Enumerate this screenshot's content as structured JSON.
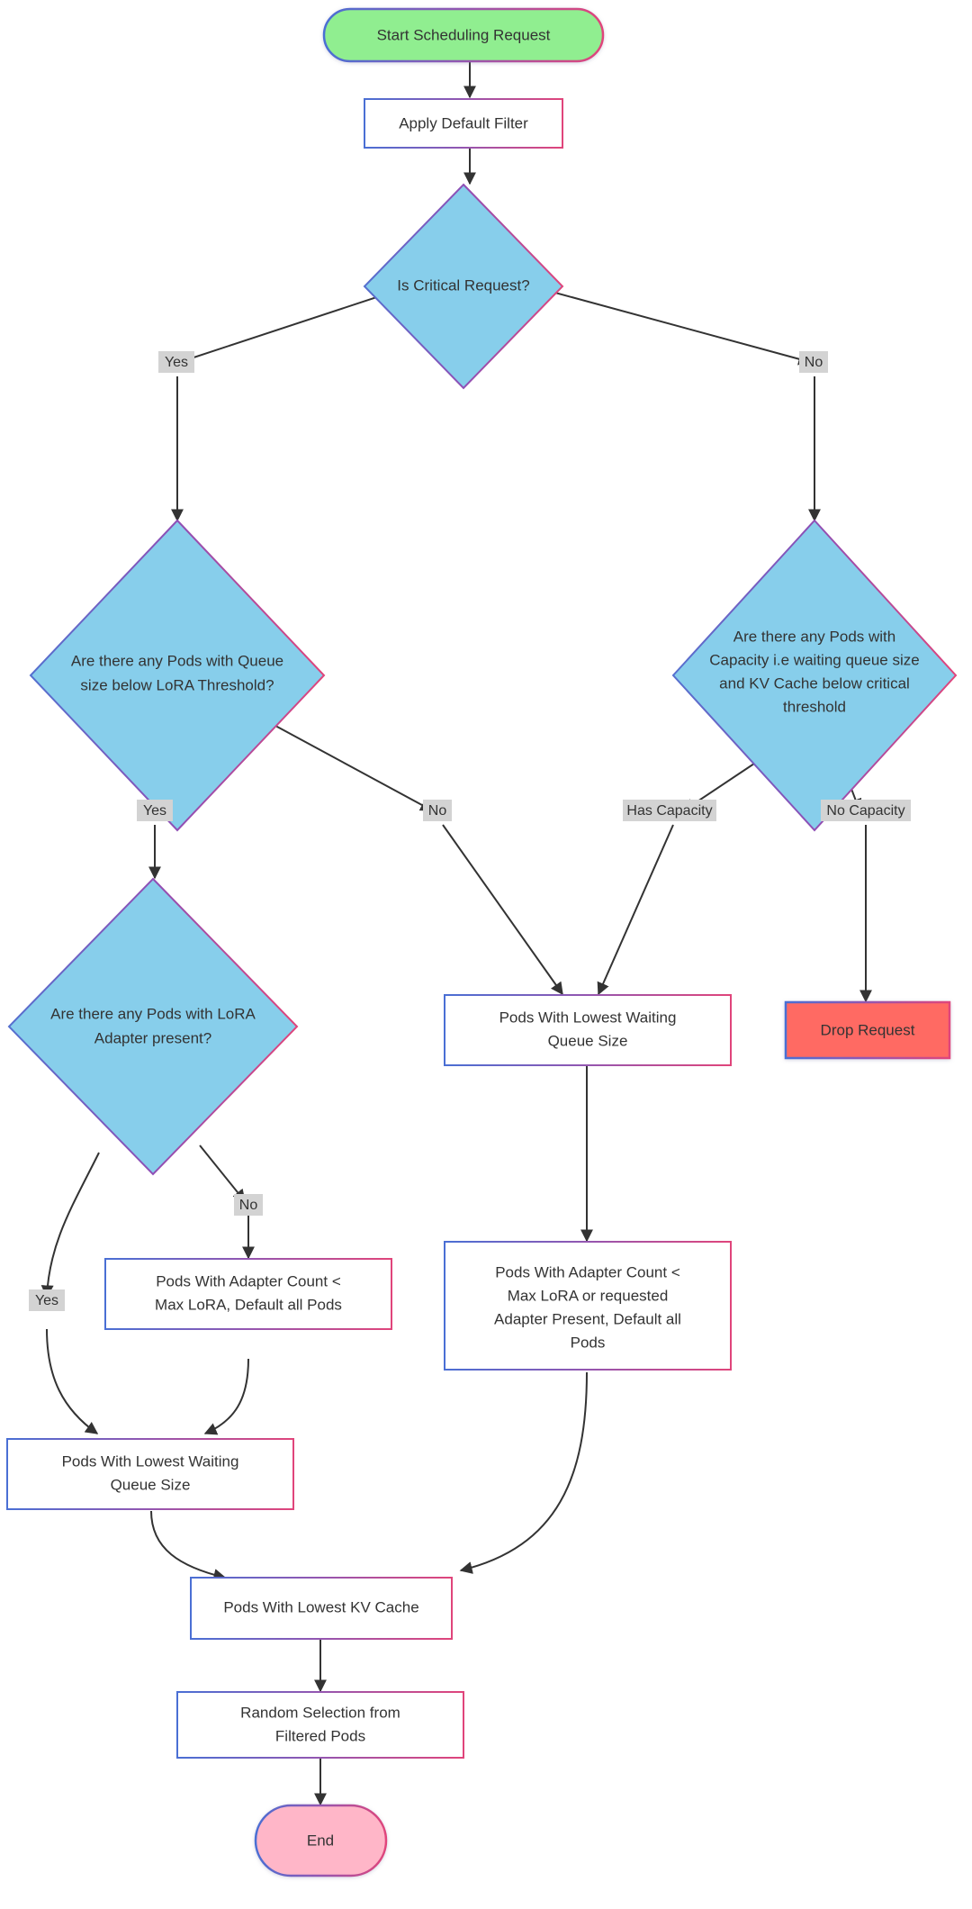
{
  "diagram": {
    "title": "Scheduling Request Flowchart",
    "background": "#ffffff",
    "colors": {
      "start_fill": "#90ee90",
      "end_fill": "#ffb6c8",
      "decision_fill": "#87ceeb",
      "process_fill": "#ffffff",
      "drop_fill": "#ff6b63",
      "edge_stroke": "#333333",
      "edge_label_bg": "#d3d3d3",
      "border_left": "#4a6fd4",
      "border_right": "#e0457b",
      "text": "#333333"
    },
    "nodes": [
      {
        "id": "start",
        "type": "stadium",
        "label": "Start Scheduling Request"
      },
      {
        "id": "filter",
        "type": "process",
        "label": "Apply Default Filter"
      },
      {
        "id": "critical",
        "type": "decision",
        "label": "Is Critical Request?"
      },
      {
        "id": "queue_lora",
        "type": "decision",
        "label": "Are there any Pods with Queue size below LoRA Threshold?"
      },
      {
        "id": "capacity",
        "type": "decision",
        "label": "Are there any Pods with Capacity i.e  waiting queue size and KV Cache below critical threshold"
      },
      {
        "id": "lora_adapter",
        "type": "decision",
        "label": "Are there any Pods with LoRA Adapter present?"
      },
      {
        "id": "lowest_wait_mid",
        "type": "process",
        "label": "Pods With Lowest Waiting Queue Size"
      },
      {
        "id": "drop",
        "type": "terminal",
        "label": "Drop Request"
      },
      {
        "id": "adapter_count_left",
        "type": "process",
        "label": "Pods With Adapter Count < Max LoRA, Default all Pods"
      },
      {
        "id": "adapter_count_right",
        "type": "process",
        "label": "Pods With Adapter Count < Max LoRA or requested Adapter Present, Default all Pods"
      },
      {
        "id": "lowest_wait_left",
        "type": "process",
        "label": "Pods With Lowest Waiting Queue Size"
      },
      {
        "id": "lowest_kv",
        "type": "process",
        "label": "Pods With Lowest KV Cache"
      },
      {
        "id": "random",
        "type": "process",
        "label": "Random Selection from Filtered Pods"
      },
      {
        "id": "end",
        "type": "stadium",
        "label": "End"
      }
    ],
    "edge_labels": [
      {
        "id": "critical_yes",
        "label": "Yes"
      },
      {
        "id": "critical_no",
        "label": "No"
      },
      {
        "id": "queue_yes",
        "label": "Yes"
      },
      {
        "id": "queue_no",
        "label": "No"
      },
      {
        "id": "has_capacity",
        "label": "Has Capacity"
      },
      {
        "id": "no_capacity",
        "label": "No Capacity"
      },
      {
        "id": "adapter_yes",
        "label": "Yes"
      },
      {
        "id": "adapter_no",
        "label": "No"
      }
    ],
    "node_text_lines": {
      "start": [
        "Start Scheduling Request"
      ],
      "filter": [
        "Apply Default Filter"
      ],
      "critical": [
        "Is Critical Request?"
      ],
      "queue_lora": [
        "Are there any Pods with Queue",
        "size below LoRA Threshold?"
      ],
      "capacity": [
        "Are there any Pods with",
        "Capacity i.e  waiting queue size",
        "and KV Cache below critical",
        "threshold"
      ],
      "lora_adapter": [
        "Are there any Pods with LoRA",
        "Adapter present?"
      ],
      "lowest_wait_mid": [
        "Pods With Lowest Waiting",
        "Queue Size"
      ],
      "drop": [
        "Drop Request"
      ],
      "adapter_count_left": [
        "Pods With Adapter Count <",
        "Max LoRA, Default all Pods"
      ],
      "adapter_count_right": [
        "Pods With Adapter Count <",
        "Max LoRA or requested",
        "Adapter Present, Default all",
        "Pods"
      ],
      "lowest_wait_left": [
        "Pods With Lowest Waiting",
        "Queue Size"
      ],
      "lowest_kv": [
        "Pods With Lowest KV Cache"
      ],
      "random": [
        "Random Selection from",
        "Filtered Pods"
      ],
      "end": [
        "End"
      ]
    }
  }
}
